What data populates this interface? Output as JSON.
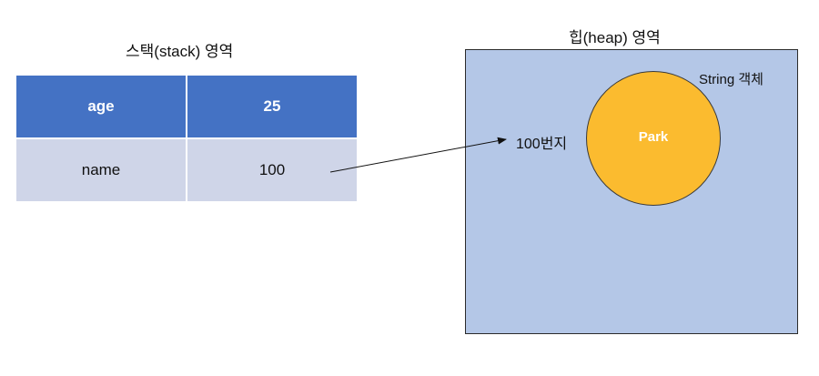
{
  "stack": {
    "title": "스택(stack) 영역",
    "rows": [
      {
        "key": "age",
        "value": "25"
      },
      {
        "key": "name",
        "value": "100"
      }
    ]
  },
  "heap": {
    "title": "힙(heap) 영역",
    "object_label": "String 객체",
    "address_label": "100번지",
    "object_value": "Park"
  },
  "colors": {
    "header_blue": "#4472c4",
    "row_light": "#cfd5e8",
    "heap_bg": "#b4c7e7",
    "object_orange": "#fbbb2f"
  }
}
